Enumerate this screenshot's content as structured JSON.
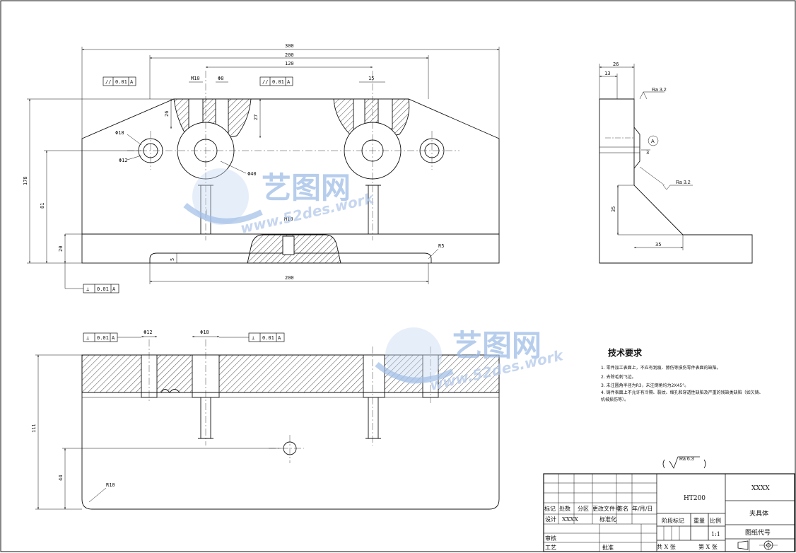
{
  "front_view": {
    "dims": {
      "d300": "300",
      "d200": "200",
      "d120": "120",
      "dM10": "M10",
      "d8": "Φ8",
      "d15": "15",
      "d26": "26",
      "d27": "27",
      "d18": "Φ18",
      "d12": "Φ12",
      "d40": "Φ40",
      "d178": "178",
      "d81": "81",
      "d20": "20",
      "dM10b": "M10",
      "d5": "5",
      "d200b": "200",
      "dR5": "R5"
    },
    "tol_parallel_1": {
      "sym": "//",
      "val": "0.01",
      "ref": "A"
    },
    "tol_parallel_2": {
      "sym": "//",
      "val": "0.01",
      "ref": "A"
    },
    "tol_perp_bottom": {
      "sym": "⊥",
      "val": "0.01",
      "ref": "A"
    }
  },
  "side_view": {
    "dims": {
      "d26": "26",
      "d13": "13",
      "d3": "3",
      "d35a": "35",
      "d35b": "35"
    },
    "rough1": "Ra 3.2",
    "rough2": "Ra 3.2",
    "datum": "A"
  },
  "top_view": {
    "tol_perp_1": {
      "sym": "⊥",
      "val": "0.01",
      "ref": "A"
    },
    "tol_perp_2": {
      "sym": "⊥",
      "val": "0.01",
      "ref": "A"
    },
    "d_hole1": "Φ12",
    "d_hole2": "Φ18",
    "d111": "111",
    "d44": "44",
    "dR10": "R10"
  },
  "tech_requirements": {
    "title": "技术要求",
    "items": [
      "1. 零件加工表面上，不应有划痕、擦伤等损伤零件表面的缺陷。",
      "2. 去除毛刺飞边。",
      "3. 未注圆角半径为R3，未注倒角均为2X45°。",
      "4. 铸件表面上不允许有冷隔、裂纹、缩孔和穿透性缺陷及严重的残缺类缺陷（如欠铸、",
      "机械损伤等）。"
    ]
  },
  "general_roughness": "Ra 6.3",
  "title_block": {
    "material": "HT200",
    "code_top": "XXXX",
    "part_name": "夹具体",
    "drawing_no": "图纸代号",
    "h_mark": "标记",
    "h_count": "处数",
    "h_zone": "分区",
    "h_doc": "更改文件号",
    "h_sign": "签名",
    "h_date": "年/月/日",
    "design": "设计",
    "designer": "XXXX",
    "standard": "标准化",
    "stage": "阶段标记",
    "weight": "重量",
    "scale": "比例",
    "scale_val": "1:1",
    "review": "审核",
    "process": "工艺",
    "approve": "批准",
    "total": "共  X  张",
    "sheet": "第  X  张"
  },
  "watermark": {
    "cn": "艺图网",
    "url": "www.52des.work"
  }
}
